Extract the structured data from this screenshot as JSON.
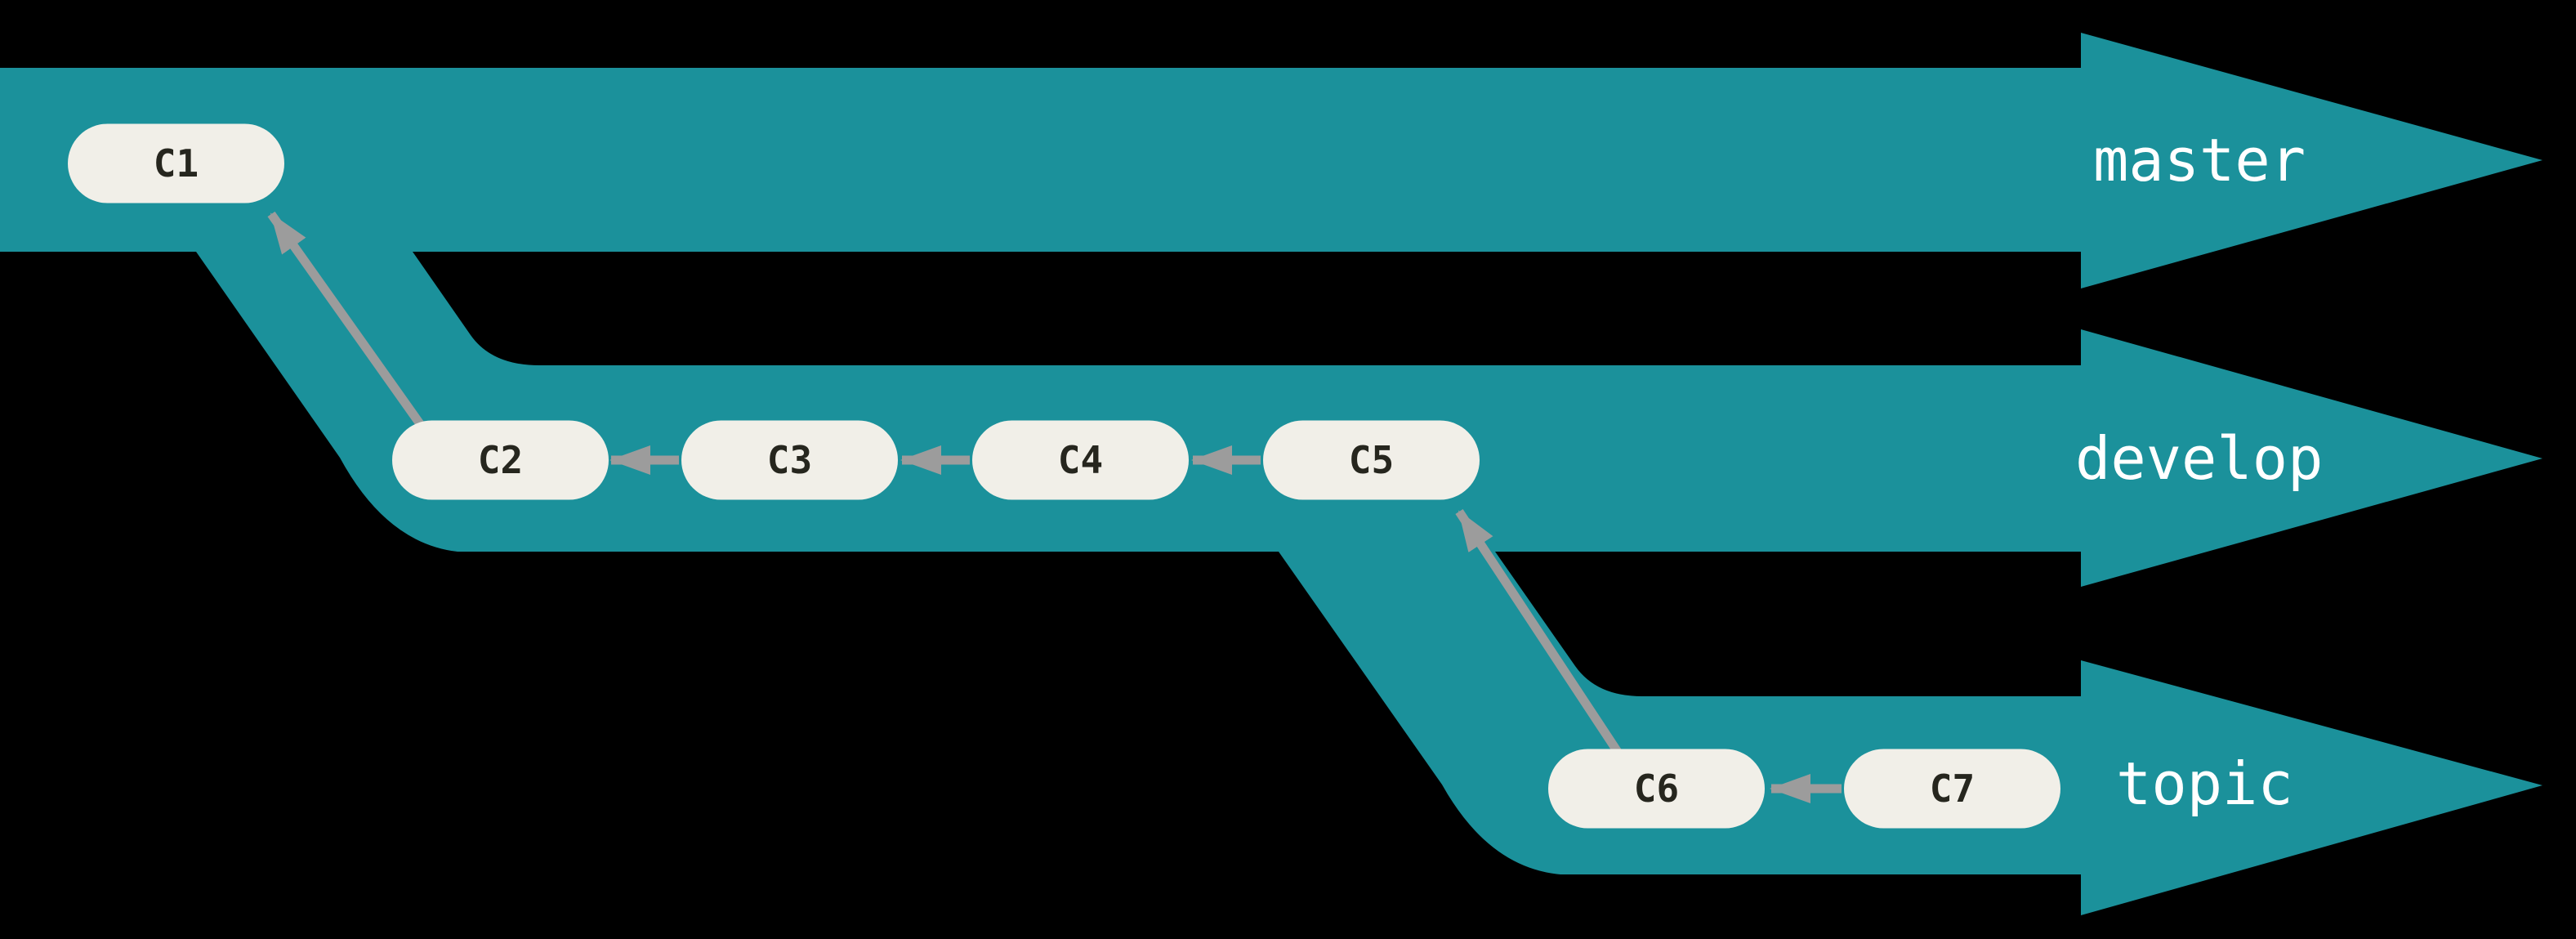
{
  "diagram": {
    "type": "git-branch-silo-diagram",
    "background_color": "#000000",
    "band_color": "#1b919b",
    "node_fill_color": "#f1efe8",
    "node_text_color": "#26261e",
    "arrow_color": "#9c9c9c",
    "branch_label_color": "#ffffff"
  },
  "branches": [
    {
      "name": "master",
      "commits": [
        "C1"
      ]
    },
    {
      "name": "develop",
      "commits": [
        "C2",
        "C3",
        "C4",
        "C5"
      ]
    },
    {
      "name": "topic",
      "commits": [
        "C6",
        "C7"
      ]
    }
  ],
  "commits": [
    {
      "id": "C1",
      "branch": "master"
    },
    {
      "id": "C2",
      "branch": "develop",
      "parent": "C1"
    },
    {
      "id": "C3",
      "branch": "develop",
      "parent": "C2"
    },
    {
      "id": "C4",
      "branch": "develop",
      "parent": "C3"
    },
    {
      "id": "C5",
      "branch": "develop",
      "parent": "C4"
    },
    {
      "id": "C6",
      "branch": "topic",
      "parent": "C5"
    },
    {
      "id": "C7",
      "branch": "topic",
      "parent": "C6"
    }
  ]
}
